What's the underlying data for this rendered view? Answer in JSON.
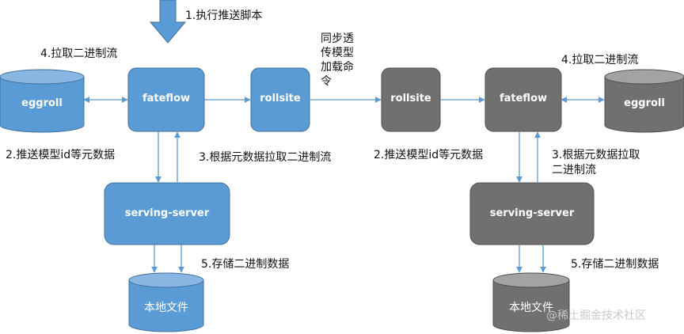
{
  "colors": {
    "blue": "#5b9bd5",
    "blue_dark": "#41719c",
    "gray": "#707070",
    "gray_dark": "#4f4f4f",
    "arrow": "#5b9bd5"
  },
  "labels": {
    "step1": "1.执行推送脚本",
    "step4_left": "4.拉取二进制流",
    "step4_right": "4.拉取二进制流",
    "step2_left": "2.推送模型id等元数据",
    "step2_right": "2.推送模型id等元数据",
    "step3_left": "3.根据元数据拉取二进制流",
    "step3_right_l1": "3.根据元数据拉取",
    "step3_right_l2": "二进制流",
    "step5_left": "5.存储二进制数据",
    "step5_right": "5.存储二进制数据",
    "sync_l1": "同步透",
    "sync_l2": "传模型",
    "sync_l3": "加载命",
    "sync_l4": "令"
  },
  "nodes": {
    "eggroll_left": "eggroll",
    "fateflow_left": "fateflow",
    "rollsite_left": "rollsite",
    "rollsite_right": "rollsite",
    "fateflow_right": "fateflow",
    "eggroll_right": "eggroll",
    "serving_left": "serving-server",
    "serving_right": "serving-server",
    "file_left": "本地文件",
    "file_right": "本地文件"
  },
  "watermark": "@稀土掘金技术社区"
}
